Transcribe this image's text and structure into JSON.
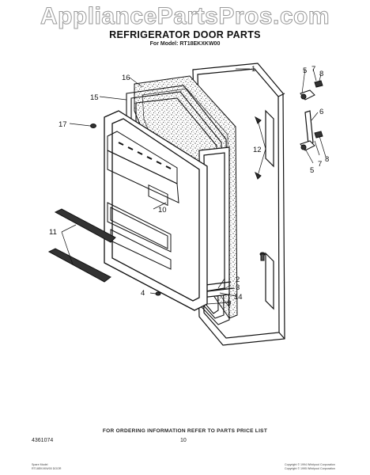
{
  "watermark": "AppliancePartsPros.com",
  "header": {
    "title": "REFRIGERATOR DOOR PARTS",
    "model": "For Model: RT18EKXKW00"
  },
  "callouts": [
    {
      "id": "c1",
      "label": "1"
    },
    {
      "id": "c2",
      "label": "2"
    },
    {
      "id": "c3",
      "label": "3"
    },
    {
      "id": "c4",
      "label": "4"
    },
    {
      "id": "c5a",
      "label": "5"
    },
    {
      "id": "c5b",
      "label": "5"
    },
    {
      "id": "c6",
      "label": "6"
    },
    {
      "id": "c7a",
      "label": "7"
    },
    {
      "id": "c7b",
      "label": "7"
    },
    {
      "id": "c8a",
      "label": "8"
    },
    {
      "id": "c8b",
      "label": "8"
    },
    {
      "id": "c9",
      "label": "9"
    },
    {
      "id": "c10",
      "label": "10"
    },
    {
      "id": "c11",
      "label": "11"
    },
    {
      "id": "c12",
      "label": "12"
    },
    {
      "id": "c14",
      "label": "14"
    },
    {
      "id": "c15",
      "label": "15"
    },
    {
      "id": "c16",
      "label": "16"
    },
    {
      "id": "c17",
      "label": "17"
    }
  ],
  "footer": {
    "note": "FOR ORDERING INFORMATION REFER TO PARTS PRICE LIST",
    "pub_number": "4361074",
    "page": "10",
    "left_fine_1": "Spare Model",
    "left_fine_2": "RT18EKXKW00 DOOR",
    "right_fine_1": "Copyright © 1994 Whirlpool Corporation",
    "right_fine_2": "Copyright © 1995 Whirlpool Corporation"
  }
}
